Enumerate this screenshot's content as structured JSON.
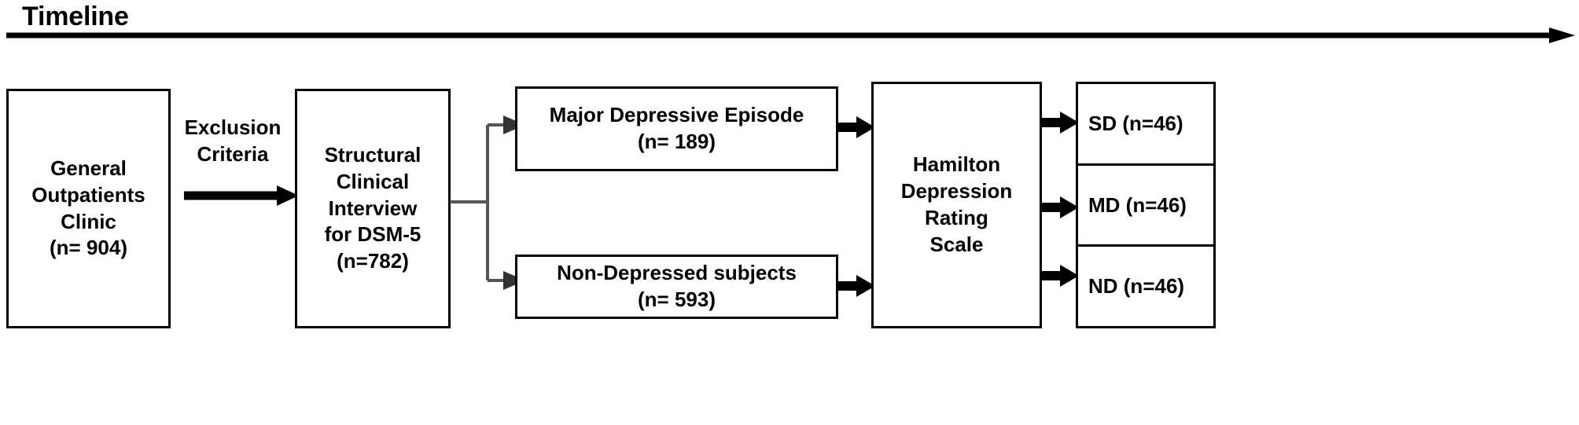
{
  "title": "Timeline",
  "colors": {
    "stroke": "#000000",
    "fill": "#ffffff",
    "connector_gray": "#555555"
  },
  "boxes": {
    "general_clinic": {
      "line1": "General",
      "line2": "Outpatients",
      "line3": "Clinic",
      "line4": "(n= 904)"
    },
    "scid": {
      "line1": "Structural",
      "line2": "Clinical",
      "line3": "Interview",
      "line4": "for DSM-5",
      "line5": "(n=782)"
    },
    "mde": {
      "line1": "Major Depressive Episode",
      "line2": "(n= 189)"
    },
    "non_depressed": {
      "line1": "Non-Depressed subjects",
      "line2": "(n= 593)"
    },
    "hdrs": {
      "line1": "Hamilton",
      "line2": "Depression",
      "line3": "Rating",
      "line4": "Scale"
    }
  },
  "labels": {
    "exclusion_line1": "Exclusion",
    "exclusion_line2": "Criteria"
  },
  "outcome_groups": [
    {
      "label": "SD (n=46)"
    },
    {
      "label": "MD (n=46)"
    },
    {
      "label": "ND (n=46)"
    }
  ],
  "chart_data": {
    "type": "diagram",
    "title": "Timeline",
    "nodes": [
      {
        "id": "general_clinic",
        "label": "General Outpatients Clinic",
        "n": 904
      },
      {
        "id": "scid",
        "label": "Structural Clinical Interview for DSM-5",
        "n": 782
      },
      {
        "id": "mde",
        "label": "Major Depressive Episode",
        "n": 189
      },
      {
        "id": "non_depressed",
        "label": "Non-Depressed subjects",
        "n": 593
      },
      {
        "id": "hdrs",
        "label": "Hamilton Depression Rating Scale",
        "n": null
      },
      {
        "id": "sd",
        "label": "SD",
        "n": 46
      },
      {
        "id": "md",
        "label": "MD",
        "n": 46
      },
      {
        "id": "nd",
        "label": "ND",
        "n": 46
      }
    ],
    "edges": [
      {
        "from": "general_clinic",
        "to": "scid",
        "label": "Exclusion Criteria"
      },
      {
        "from": "scid",
        "to": "mde",
        "label": ""
      },
      {
        "from": "scid",
        "to": "non_depressed",
        "label": ""
      },
      {
        "from": "mde",
        "to": "hdrs",
        "label": ""
      },
      {
        "from": "non_depressed",
        "to": "hdrs",
        "label": ""
      },
      {
        "from": "hdrs",
        "to": "sd",
        "label": ""
      },
      {
        "from": "hdrs",
        "to": "md",
        "label": ""
      },
      {
        "from": "hdrs",
        "to": "nd",
        "label": ""
      }
    ]
  }
}
